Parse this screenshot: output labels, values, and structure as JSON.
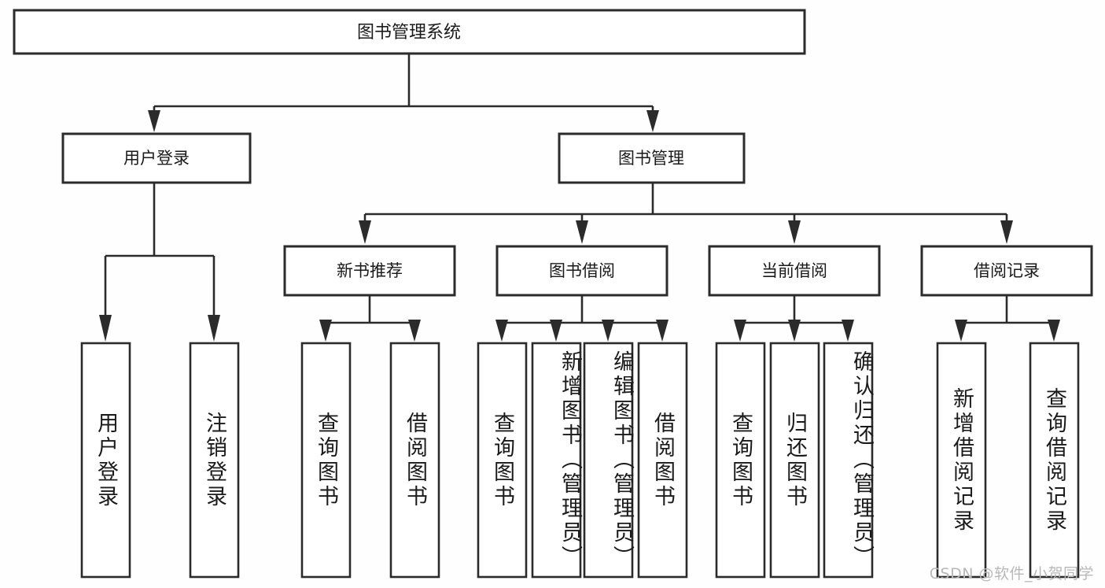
{
  "diagram": {
    "title": "图书管理系统",
    "type": "tree",
    "root": {
      "id": "root",
      "label": "图书管理系统"
    },
    "level1": [
      {
        "id": "user-login",
        "label": "用户登录"
      },
      {
        "id": "book-management",
        "label": "图书管理"
      }
    ],
    "level2": [
      {
        "id": "new-book-recommend",
        "label": "新书推荐",
        "parent": "book-management"
      },
      {
        "id": "book-borrow",
        "label": "图书借阅",
        "parent": "book-management"
      },
      {
        "id": "current-borrow",
        "label": "当前借阅",
        "parent": "book-management"
      },
      {
        "id": "borrow-record",
        "label": "借阅记录",
        "parent": "book-management"
      }
    ],
    "leaves": [
      {
        "id": "leaf-user-login",
        "label": "用户登录",
        "parent": "user-login"
      },
      {
        "id": "leaf-logout-login",
        "label": "注销登录",
        "parent": "user-login"
      },
      {
        "id": "leaf-query-book-1",
        "label": "查询图书",
        "parent": "new-book-recommend"
      },
      {
        "id": "leaf-borrow-book-1",
        "label": "借阅图书",
        "parent": "new-book-recommend"
      },
      {
        "id": "leaf-query-book-2",
        "label": "查询图书",
        "parent": "book-borrow"
      },
      {
        "id": "leaf-add-book",
        "label": "新增图书（管理员）",
        "parent": "book-borrow"
      },
      {
        "id": "leaf-edit-book",
        "label": "编辑图书（管理员）",
        "parent": "book-borrow"
      },
      {
        "id": "leaf-borrow-book-2",
        "label": "借阅图书",
        "parent": "book-borrow"
      },
      {
        "id": "leaf-query-book-3",
        "label": "查询图书",
        "parent": "current-borrow"
      },
      {
        "id": "leaf-return-book",
        "label": "归还图书",
        "parent": "current-borrow"
      },
      {
        "id": "leaf-confirm-return",
        "label": "确认归还（管理员）",
        "parent": "current-borrow"
      },
      {
        "id": "leaf-add-record",
        "label": "新增借阅记录",
        "parent": "borrow-record"
      },
      {
        "id": "leaf-query-record",
        "label": "查询借阅记录",
        "parent": "borrow-record"
      }
    ]
  },
  "watermark": {
    "text": "CSDN @软件_小贺同学"
  },
  "colors": {
    "stroke": "#2b2b2b",
    "fill": "#ffffff",
    "text": "#1a1a1a",
    "watermark": "#b8b8b8",
    "background": "#fefefe"
  }
}
